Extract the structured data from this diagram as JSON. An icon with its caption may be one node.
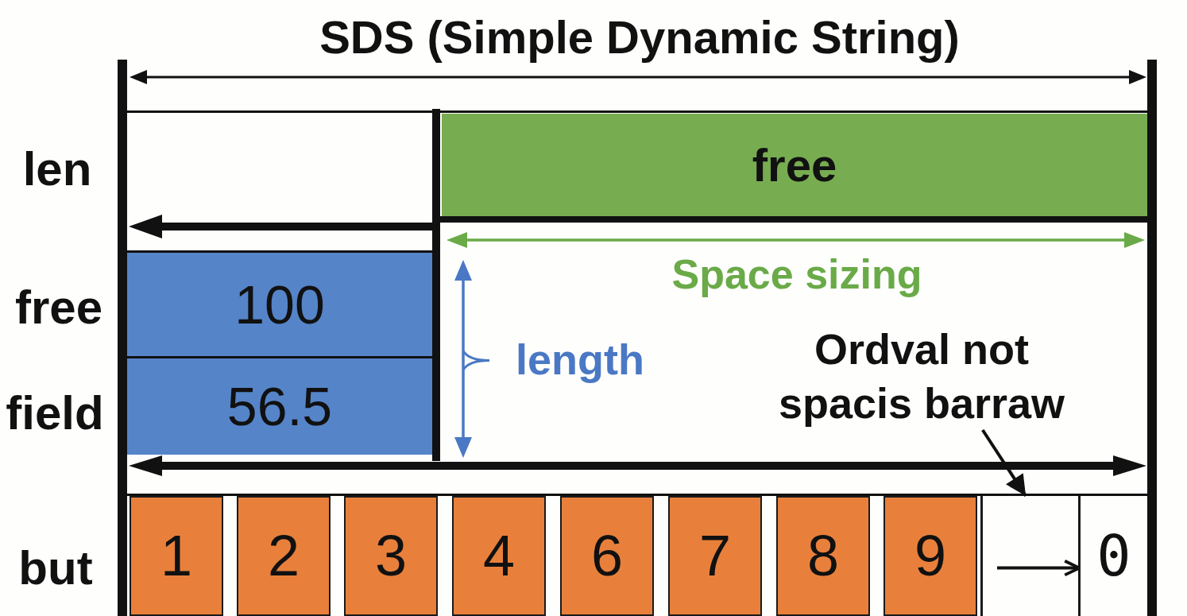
{
  "diagram": {
    "title": "SDS (Simple Dynamic String)",
    "nodes": [
      {
        "text": [
          "free"
        ]
      },
      {
        "text": [
          "100"
        ]
      },
      {
        "text": [
          "Ordval not spacis barraw"
        ]
      },
      {
        "text": [
          "56.5"
        ]
      },
      {
        "text": [
          "1"
        ]
      },
      {
        "text": [
          "2"
        ]
      },
      {
        "text": [
          "3"
        ]
      },
      {
        "text": [
          "4"
        ]
      },
      {
        "text": [
          "6"
        ]
      },
      {
        "text": [
          "7"
        ]
      },
      {
        "text": [
          "8"
        ]
      },
      {
        "text": [
          "9"
        ]
      },
      {
        "text": [],
        "shape": "box"
      },
      {
        "text": [
          "0"
        ]
      }
    ],
    "edges": [
      {
        "from": 2,
        "to": 12,
        "arrow": "to"
      },
      {
        "from": 12,
        "to": 13,
        "arrow": "to"
      }
    ],
    "labels": [
      "len",
      "Space sizing",
      "free",
      "length",
      "field",
      "but"
    ]
  }
}
